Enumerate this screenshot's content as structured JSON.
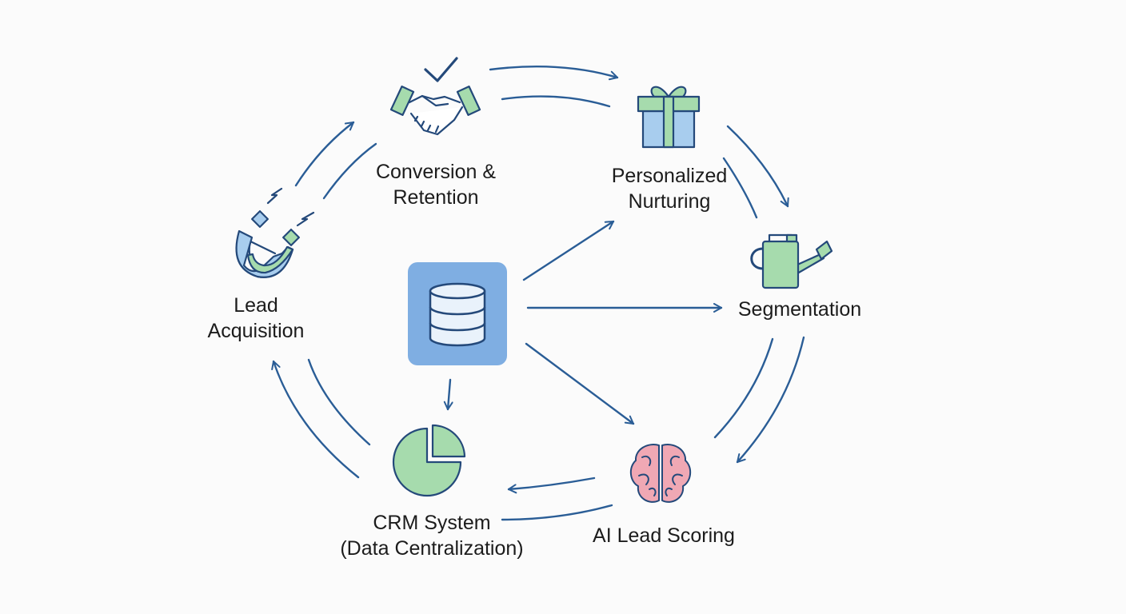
{
  "colors": {
    "arrow": "#2a5d96",
    "icon_stroke": "#24497a",
    "green": "#a6dbad",
    "blue": "#a8cdee",
    "pink": "#f0a8b4",
    "db_panel": "#7faee2"
  },
  "nodes": {
    "conversion": {
      "line1": "Conversion &",
      "line2": "Retention",
      "icon": "handshake-icon"
    },
    "nurturing": {
      "line1": "Personalized",
      "line2": "Nurturing",
      "icon": "gift-icon"
    },
    "segmentation": {
      "line1": "Segmentation",
      "icon": "watering-can-icon"
    },
    "scoring": {
      "line1": "AI Lead Scoring",
      "icon": "brain-icon"
    },
    "crm": {
      "line1": "CRM System",
      "line2": "(Data Centralization)",
      "icon": "pie-chart-icon"
    },
    "acquisition": {
      "line1": "Lead",
      "line2": "Acquisition",
      "icon": "magnet-icon"
    }
  },
  "hub": {
    "icon": "database-icon"
  }
}
